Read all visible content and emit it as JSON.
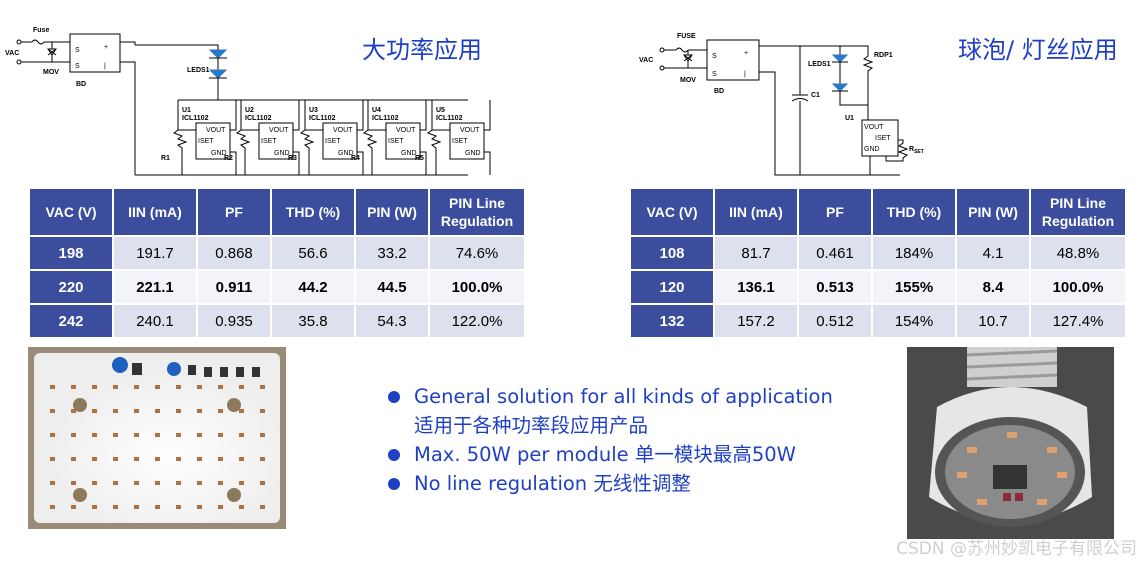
{
  "left": {
    "title": "大功率应用",
    "schematic": {
      "fuse": "Fuse",
      "vac": "VAC",
      "mov": "MOV",
      "bd": "BD",
      "leds": "LEDS1",
      "chip": "ICL1102",
      "pins": {
        "vout": "VOUT",
        "iset": "ISET",
        "gnd": "GND"
      },
      "units": [
        "U1",
        "U2",
        "U3",
        "U4",
        "U5"
      ],
      "resistors": [
        "R1",
        "R2",
        "R3",
        "R4",
        "R5"
      ]
    },
    "table": {
      "headers": [
        "VAC (V)",
        "IIN (mA)",
        "PF",
        "THD (%)",
        "PIN (W)",
        "PIN Line Regulation"
      ],
      "rows": [
        [
          "198",
          "191.7",
          "0.868",
          "56.6",
          "33.2",
          "74.6%"
        ],
        [
          "220",
          "221.1",
          "0.911",
          "44.2",
          "44.5",
          "100.0%"
        ],
        [
          "242",
          "240.1",
          "0.935",
          "35.8",
          "54.3",
          "122.0%"
        ]
      ]
    }
  },
  "right": {
    "title": "球泡/ 灯丝应用",
    "schematic": {
      "fuse": "FUSE",
      "vac": "VAC",
      "mov": "MOV",
      "bd": "BD",
      "c1": "C1",
      "leds": "LEDS1",
      "rdp": "RDP1",
      "u1": "U1",
      "pins": {
        "vout": "VOUT",
        "iset": "ISET",
        "gnd": "GND"
      },
      "rset": "R",
      "rset_sub": "SET"
    },
    "table": {
      "headers": [
        "VAC (V)",
        "IIN (mA)",
        "PF",
        "THD (%)",
        "PIN (W)",
        "PIN Line Regulation"
      ],
      "rows": [
        [
          "108",
          "81.7",
          "0.461",
          "184%",
          "4.1",
          "48.8%"
        ],
        [
          "120",
          "136.1",
          "0.513",
          "155%",
          "8.4",
          "100.0%"
        ],
        [
          "132",
          "157.2",
          "0.512",
          "154%",
          "10.7",
          "127.4%"
        ]
      ]
    }
  },
  "bullets": [
    {
      "line1": "General solution for all kinds of application",
      "line2": "适用于各种功率段应用产品"
    },
    {
      "line1": "Max. 50W per module 单一模块最高50W"
    },
    {
      "line1": "No line regulation 无线性调整"
    }
  ],
  "watermark": "CSDN @苏州妙凯电子有限公司",
  "colors": {
    "accent": "#1f3fc4",
    "table_header": "#3b4d9c",
    "row_light": "#dde1ee",
    "row_mid": "#f3f4f9",
    "led": "#2a78c8"
  }
}
